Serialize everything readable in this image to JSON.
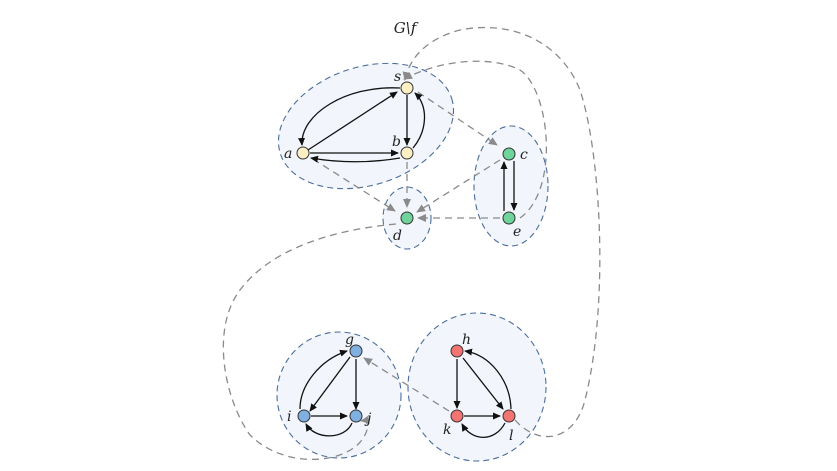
{
  "title": "G\\f",
  "colors": {
    "cluster_fill": "#f2f5fb",
    "cluster_stroke": "#4a6e9c",
    "edge": "#111111",
    "dashed_edge": "#8a8a8a",
    "yellow_node": "#fcefc4",
    "green_node": "#6fd39b",
    "blue_node": "#7fb0e0",
    "red_node": "#f47474"
  },
  "nodes": {
    "s": "s",
    "a": "a",
    "b": "b",
    "c": "c",
    "d": "d",
    "e": "e",
    "g": "g",
    "h": "h",
    "i": "i",
    "j": "j",
    "k": "k",
    "l": "l"
  }
}
